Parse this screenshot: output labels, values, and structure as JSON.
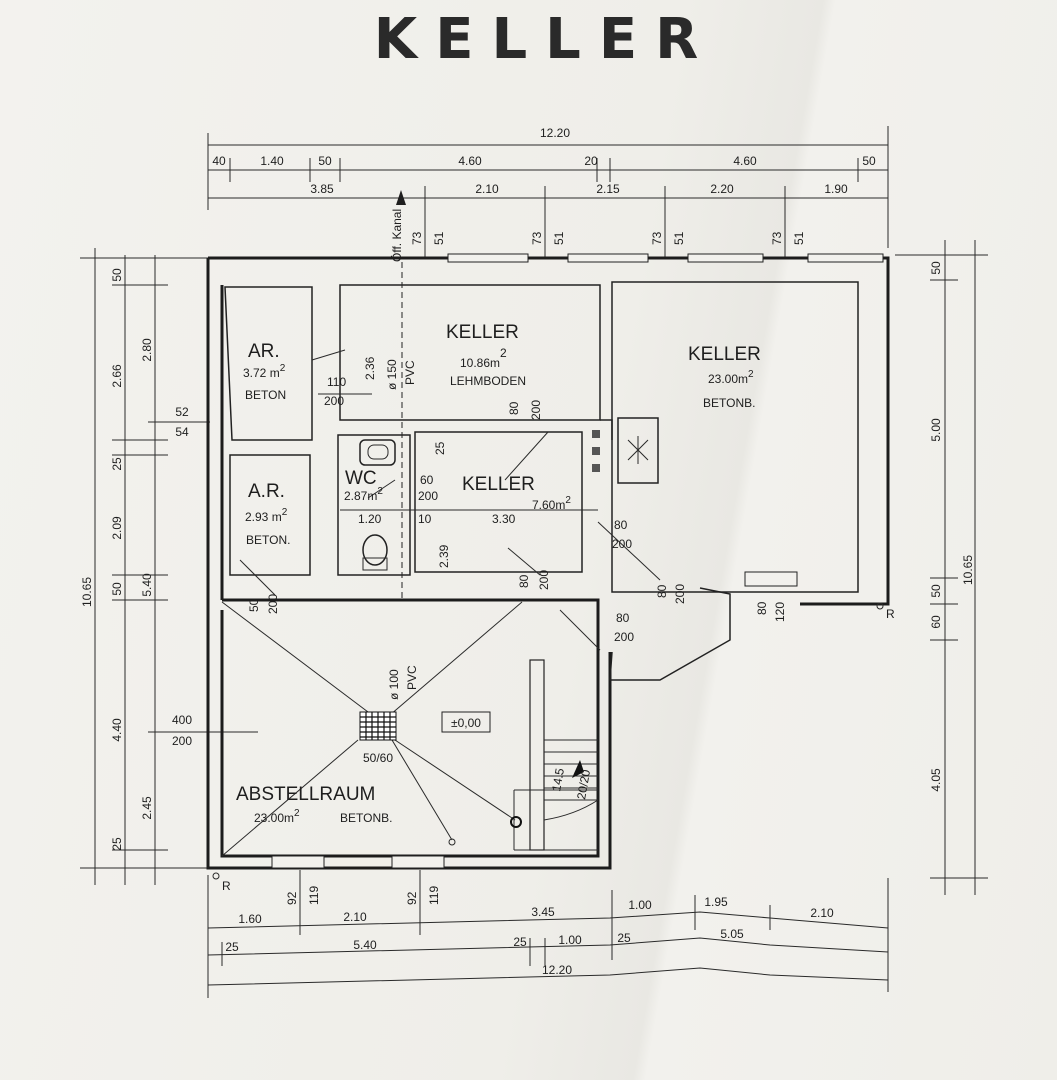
{
  "title": "KELLER",
  "rooms": {
    "ar1": {
      "name": "AR.",
      "area": "3.72",
      "unit": "m",
      "sup": "2",
      "floor": "BETON"
    },
    "keller_top": {
      "name": "KELLER",
      "area": "10.86",
      "unit": "m",
      "sup": "2",
      "floor": "LEHMBODEN"
    },
    "keller_right": {
      "name": "KELLER",
      "area": "23.00",
      "unit": "m",
      "sup": "2",
      "floor": "BETONB."
    },
    "ar2": {
      "name": "A.R.",
      "area": "2.93",
      "unit": "m",
      "sup": "2",
      "floor": "BETON."
    },
    "wc": {
      "name": "WC",
      "area": "2.87",
      "unit": "m",
      "sup": "2"
    },
    "keller_mid": {
      "name": "KELLER",
      "area": "7.60",
      "unit": "m",
      "sup": "2"
    },
    "abstellraum": {
      "name": "ABSTELLRAUM",
      "area": "23.00",
      "unit": "m",
      "sup": "2",
      "floor": "BETONB."
    }
  },
  "pipes": {
    "pipe1": {
      "size": "ø 150",
      "material": "PVC"
    },
    "pipe2": {
      "size": "ø 100",
      "material": "PVC"
    },
    "kanal": "Öff. Kanal"
  },
  "labels": {
    "level": "±0,00",
    "grate": "50/60",
    "stair": "14.5",
    "stair_ratio": "20/20",
    "corner_r1": "R",
    "corner_r2": "R"
  },
  "dims_top": {
    "total": "12.20",
    "r2": [
      "40",
      "1.40",
      "50",
      "4.60",
      "20",
      "4.60",
      "50"
    ],
    "r3": [
      "3.85",
      "2.10",
      "2.15",
      "2.20",
      "1.90"
    ],
    "w1": [
      "73",
      "51"
    ],
    "w2": [
      "73",
      "51"
    ],
    "w3": [
      "73",
      "51"
    ],
    "w4": [
      "73",
      "51"
    ]
  },
  "dims_bottom": {
    "r1": [
      "1.60",
      "2.10",
      "3.45",
      "1.00",
      "1.95",
      "2.10"
    ],
    "r2": [
      "25",
      "5.40",
      "25",
      "1.00",
      "25",
      "5.05"
    ],
    "total": "12.20",
    "w1": [
      "92",
      "119"
    ],
    "w2": [
      "92",
      "119"
    ]
  },
  "dims_left": {
    "total": "10.65",
    "mid": [
      "2.80",
      "5.40",
      "2.45"
    ],
    "inner": [
      "50",
      "2.66",
      "25",
      "2.09",
      "50",
      "4.40",
      "25"
    ]
  },
  "dims_right": {
    "total": "10.65",
    "inner": [
      "50",
      "5.00",
      "50",
      "60",
      "4.05"
    ]
  },
  "openings": {
    "o1": [
      "52",
      "54"
    ],
    "o2": [
      "110",
      "200"
    ],
    "o3": [
      "2.36"
    ],
    "o4": [
      "80",
      "200"
    ],
    "o5": [
      "60",
      "200"
    ],
    "o6": [
      "25"
    ],
    "o7": [
      "1.20",
      "10",
      "3.30"
    ],
    "o8": [
      "80",
      "200"
    ],
    "o9": [
      "2.39"
    ],
    "o10": [
      "80",
      "200"
    ],
    "o11": [
      "50",
      "200"
    ],
    "o12": [
      "80",
      "200"
    ],
    "o13": [
      "80",
      "200"
    ],
    "o14": [
      "80",
      "120"
    ],
    "o15": [
      "400",
      "200"
    ]
  }
}
